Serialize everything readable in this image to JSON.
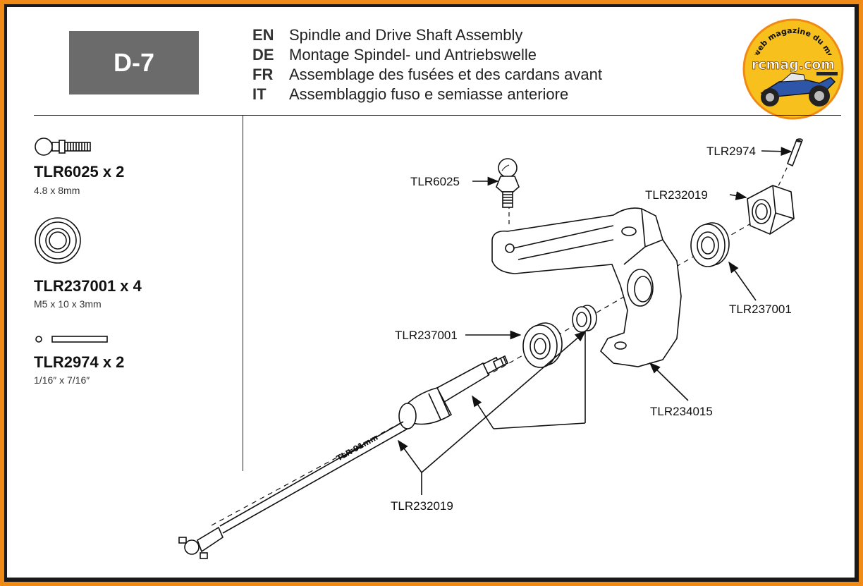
{
  "step": "D-7",
  "titles": [
    {
      "lang": "EN",
      "text": "Spindle and Drive Shaft Assembly"
    },
    {
      "lang": "DE",
      "text": "Montage Spindel- und Antriebswelle"
    },
    {
      "lang": "FR",
      "text": "Assemblage des fusées et des cardans avant"
    },
    {
      "lang": "IT",
      "text": "Assemblaggio fuso e semiasse anteriore"
    }
  ],
  "logo": {
    "arc_text": "Le web magazine du modelisme",
    "brand": "rcmag.com",
    "accent": "#f08a16"
  },
  "parts": [
    {
      "code": "TLR6025 x 2",
      "size": "4.8 x 8mm",
      "icon": "ball-stud-icon"
    },
    {
      "code": "TLR237001 x 4",
      "size": "M5 x 10 x 3mm",
      "icon": "bearing-icon"
    },
    {
      "code": "TLR2974 x 2",
      "size": "1/16″ x 7/16″",
      "icon": "pin-icon"
    }
  ],
  "callouts": {
    "pin": "TLR2974",
    "ball_stud": "TLR6025",
    "hex_hub": "TLR232019",
    "bearing_right": "TLR237001",
    "bearing_left": "TLR237001",
    "spindle": "TLR234015",
    "drive_shaft": "TLR232019"
  },
  "shaft_marking": "TLR 91mm"
}
